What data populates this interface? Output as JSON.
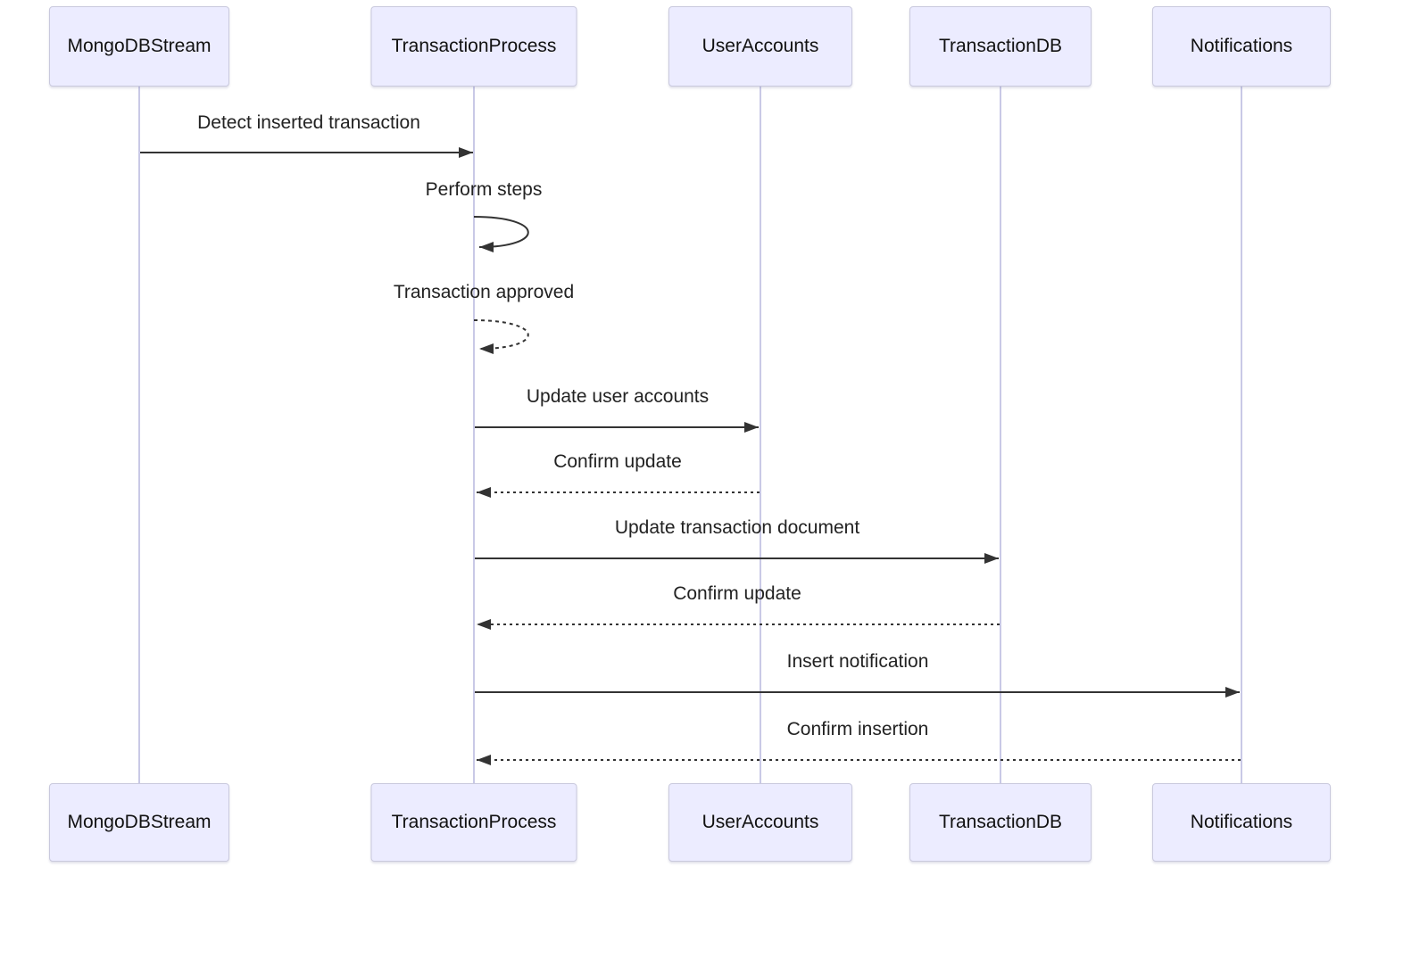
{
  "diagram": {
    "kind": "sequence-diagram",
    "actors": [
      {
        "name": "MongoDBStream"
      },
      {
        "name": "TransactionProcess"
      },
      {
        "name": "UserAccounts"
      },
      {
        "name": "TransactionDB"
      },
      {
        "name": "Notifications"
      }
    ],
    "messages": [
      {
        "from": "MongoDBStream",
        "to": "TransactionProcess",
        "label": "Detect inserted transaction",
        "line": "solid",
        "arrow": "filled"
      },
      {
        "from": "TransactionProcess",
        "to": "TransactionProcess",
        "label": "Perform steps",
        "line": "solid",
        "arrow": "filled",
        "self": true
      },
      {
        "from": "TransactionProcess",
        "to": "TransactionProcess",
        "label": "Transaction approved",
        "line": "dotted",
        "arrow": "filled",
        "self": true
      },
      {
        "from": "TransactionProcess",
        "to": "UserAccounts",
        "label": "Update user accounts",
        "line": "solid",
        "arrow": "filled"
      },
      {
        "from": "UserAccounts",
        "to": "TransactionProcess",
        "label": "Confirm update",
        "line": "dotted",
        "arrow": "filled"
      },
      {
        "from": "TransactionProcess",
        "to": "TransactionDB",
        "label": "Update transaction document",
        "line": "solid",
        "arrow": "filled"
      },
      {
        "from": "TransactionDB",
        "to": "TransactionProcess",
        "label": "Confirm update",
        "line": "dotted",
        "arrow": "filled"
      },
      {
        "from": "TransactionProcess",
        "to": "Notifications",
        "label": "Insert notification",
        "line": "solid",
        "arrow": "filled"
      },
      {
        "from": "Notifications",
        "to": "TransactionProcess",
        "label": "Confirm insertion",
        "line": "dotted",
        "arrow": "filled"
      }
    ],
    "colors": {
      "actor_fill": "#ECECFF",
      "actor_border": "#C9C9DD",
      "lifeline": "#C9C9E6",
      "message_line": "#333333",
      "text": "#222222",
      "background": "#FFFFFF"
    }
  }
}
